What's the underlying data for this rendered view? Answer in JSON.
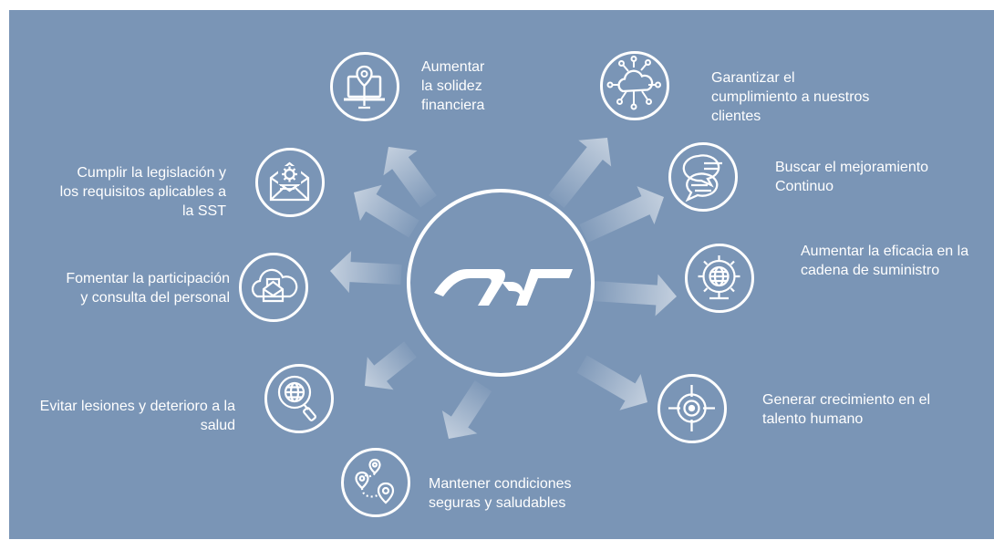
{
  "center": {
    "logo": "NT",
    "logo_icon": "nt-brand-logo"
  },
  "theme": {
    "background": "#7a95b6",
    "foreground": "#ffffff"
  },
  "objectives": [
    {
      "id": "financial",
      "icon": "laptop-location-pin-icon",
      "lines": [
        "Aumentar",
        "la solidez",
        "financiera"
      ]
    },
    {
      "id": "clients",
      "icon": "cloud-network-icon",
      "lines": [
        "Garantizar el",
        "cumplimiento a nuestros",
        "clientes"
      ]
    },
    {
      "id": "improvement",
      "icon": "speech-bubbles-icon",
      "lines": [
        "Buscar el mejoramiento",
        "Continuo"
      ]
    },
    {
      "id": "supply-chain",
      "icon": "gear-globe-icon",
      "lines": [
        "Aumentar la eficacia en la",
        "cadena de suministro"
      ]
    },
    {
      "id": "talent",
      "icon": "target-icon",
      "lines": [
        "Generar crecimiento en el",
        "talento humano"
      ]
    },
    {
      "id": "safe-conditions",
      "icon": "route-pins-icon",
      "lines": [
        "Mantener condiciones",
        "seguras y saludables"
      ]
    },
    {
      "id": "injuries",
      "icon": "globe-magnifier-icon",
      "lines": [
        "Evitar lesiones y deterioro a la",
        "salud"
      ]
    },
    {
      "id": "participation",
      "icon": "cloud-mail-icon",
      "lines": [
        "Fomentar la participación",
        "y consulta del personal"
      ]
    },
    {
      "id": "legislation",
      "icon": "mail-gear-icon",
      "lines": [
        "Cumplir la legislación y",
        "los requisitos aplicables a",
        "la SST"
      ]
    }
  ]
}
